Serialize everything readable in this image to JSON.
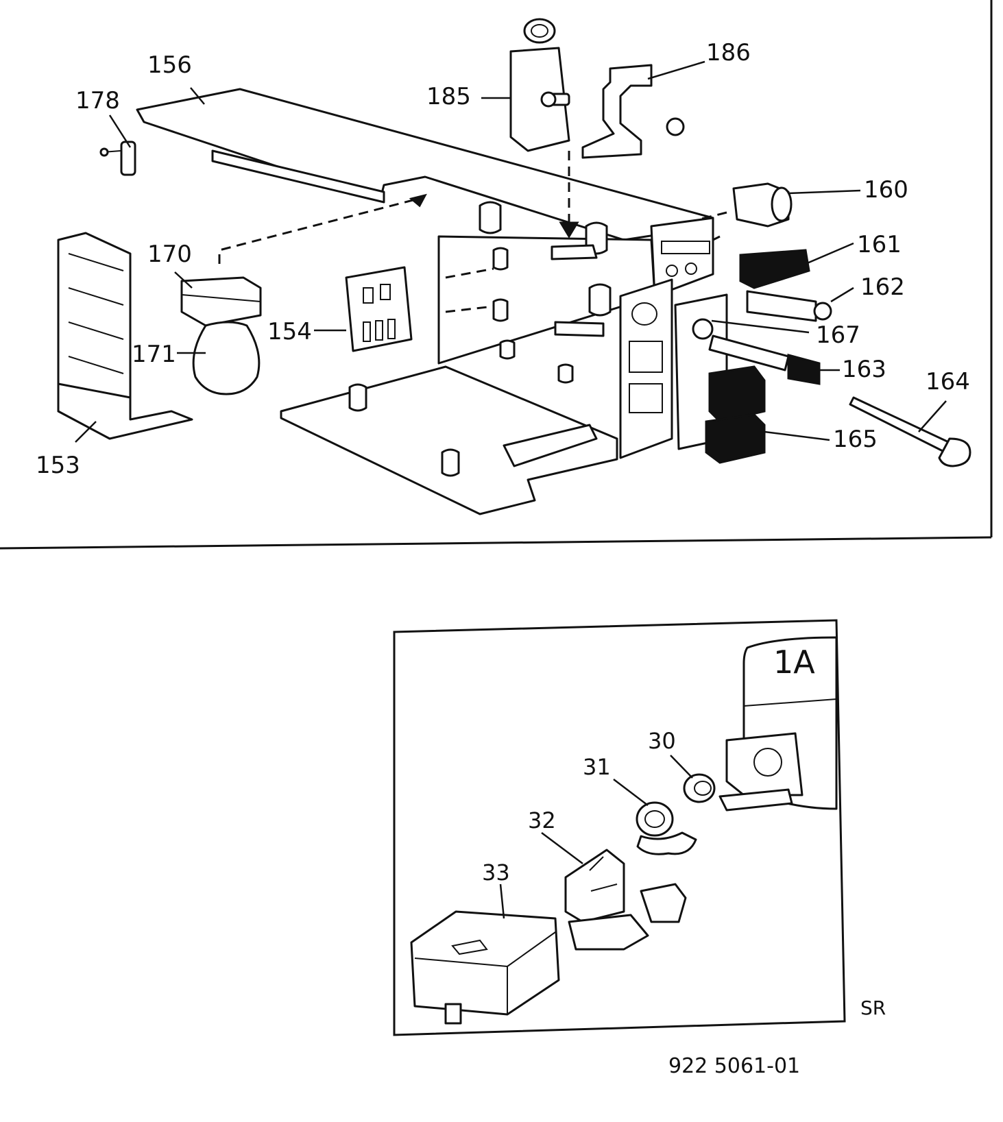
{
  "exploded_view": {
    "labels": {
      "p153": "153",
      "p154": "154",
      "p156": "156",
      "p160": "160",
      "p161": "161",
      "p162": "162",
      "p163": "163",
      "p164": "164",
      "p165": "165",
      "p167": "167",
      "p170": "170",
      "p171": "171",
      "p178": "178",
      "p185": "185",
      "p186": "186"
    }
  },
  "inset": {
    "title": "1A",
    "labels": {
      "p30": "30",
      "p31": "31",
      "p32": "32",
      "p33": "33"
    },
    "corner_text": "SR"
  },
  "document_number": "922 5061-01"
}
